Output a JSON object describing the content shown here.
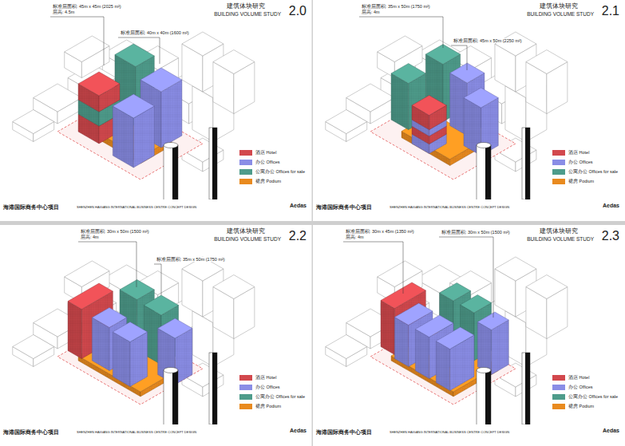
{
  "diagram": {
    "labels": [
      "建筑体块研究",
      "BUILDING VOLUME STUDY",
      "2.0",
      "标准层面积: 45m x 45m (2025 m²)",
      "层高: 4.5m",
      "标准层面积: 40m x 40m (1600 m²)",
      "海港国际商务中心项目",
      "SHENZHEN HAIGANG INTERNATIONAL BUSINESS CENTRE CONCEPT DESIGN",
      "Aedas",
      "建筑体块研究",
      "BUILDING VOLUME STUDY",
      "2.1",
      "标准层面积: 35m x 50m (1750 m²)",
      "层高: 4m",
      "标准层面积: 45m x 50m (2250 m²)",
      "海港国际商务中心项目",
      "SHENZHEN HAIGANG INTERNATIONAL BUSINESS CENTRE CONCEPT DESIGN",
      "Aedas",
      "建筑体块研究",
      "BUILDING VOLUME STUDY",
      "2.2",
      "标准层面积: 30m x 50m (1500 m²)",
      "层高: 4m",
      "标准层面积: 35m x 50m (1750 m²)",
      "海港国际商务中心项目",
      "SHENZHEN HAIGANG INTERNATIONAL BUSINESS CENTRE CONCEPT DESIGN",
      "Aedas",
      "建筑体块研究",
      "BUILDING VOLUME STUDY",
      "2.3",
      "标准层面积: 30m x 45m (1350 m²)",
      "层高: 4m",
      "标准层面积: 30m x 50m (1500 m²)",
      "海港国际商务中心项目",
      "SHENZHEN HAIGANG INTERNATIONAL BUSINESS CENTRE CONCEPT DESIGN",
      "Aedas"
    ],
    "legend": [
      {
        "text": "酒店 Hotel",
        "color": "#d2484d"
      },
      {
        "text": "办公 Offices",
        "color": "#8a8de6"
      },
      {
        "text": "公寓办公 Offices for sale",
        "color": "#4e9c8b"
      },
      {
        "text": "裙房 Podium",
        "color": "#e98a1e"
      },
      {
        "text": "酒店 Hotel",
        "color": "#d2484d"
      },
      {
        "text": "办公 Offices",
        "color": "#8a8de6"
      },
      {
        "text": "公寓办公 Offices for sale",
        "color": "#4e9c8b"
      },
      {
        "text": "裙房 Podium",
        "color": "#e98a1e"
      },
      {
        "text": "酒店 Hotel",
        "color": "#d2484d"
      },
      {
        "text": "办公 Offices",
        "color": "#8a8de6"
      },
      {
        "text": "公寓办公 Offices for sale",
        "color": "#4e9c8b"
      },
      {
        "text": "裙房 Podium",
        "color": "#e98a1e"
      },
      {
        "text": "酒店 Hotel",
        "color": "#d2484d"
      },
      {
        "text": "办公 Offices",
        "color": "#8a8de6"
      },
      {
        "text": "公寓办公 Offices for sale",
        "color": "#4e9c8b"
      },
      {
        "text": "裙房 Podium",
        "color": "#e98a1e"
      }
    ]
  }
}
